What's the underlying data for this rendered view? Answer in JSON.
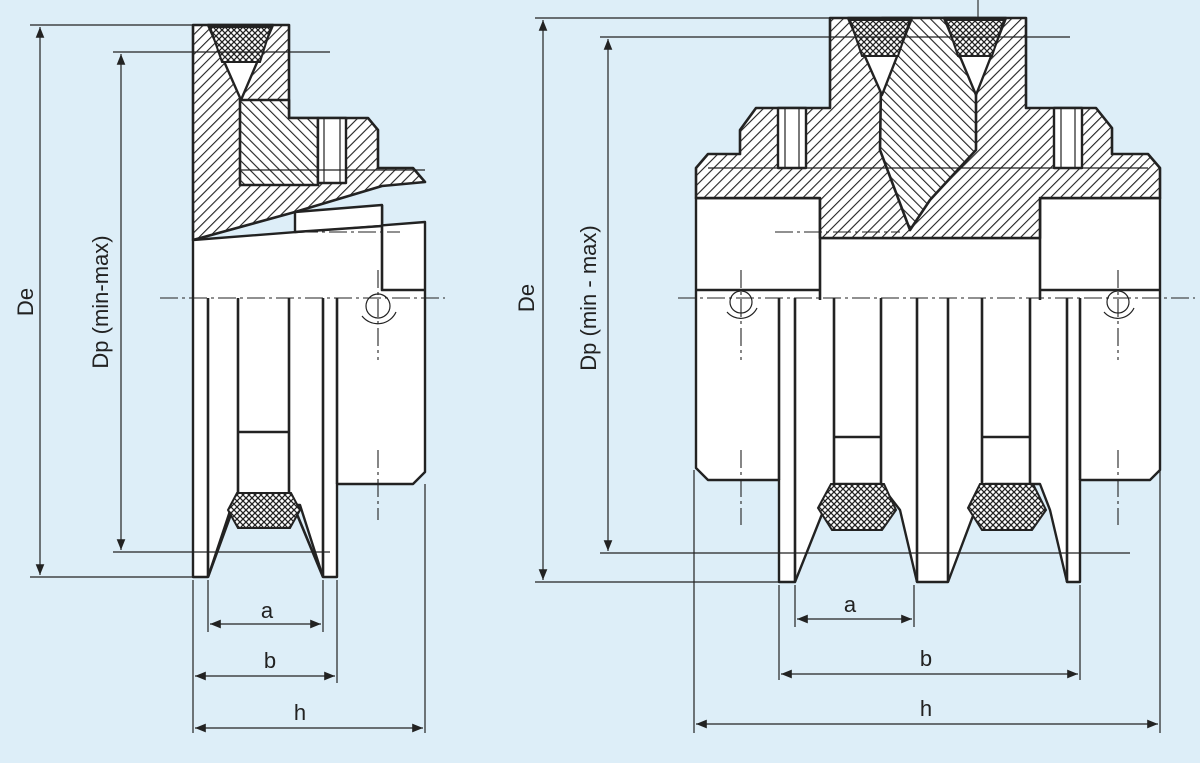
{
  "colors": {
    "background": "#ddeef8",
    "line": "#222222",
    "body_fill": "#ffffff"
  },
  "left_view": {
    "label_De": "De",
    "label_Dp": "Dp (min-max)",
    "label_a": "a",
    "label_b": "b",
    "label_h": "h"
  },
  "right_view": {
    "label_De": "De",
    "label_Dp": "Dp (min - max)",
    "label_a": "a",
    "label_b": "b",
    "label_h": "h"
  }
}
